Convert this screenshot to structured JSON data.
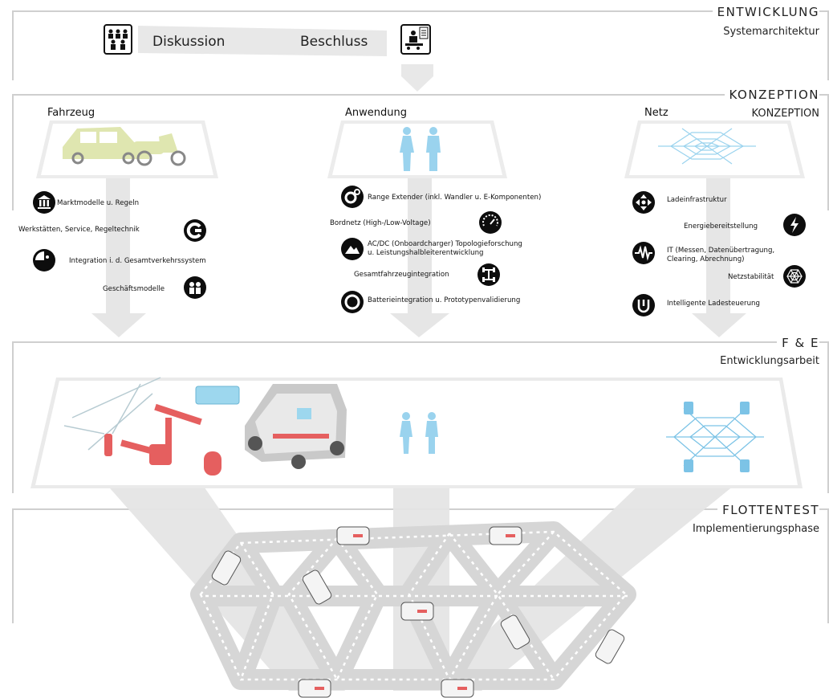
{
  "sections": {
    "entwicklung": {
      "title": "ENTWICKLUNG",
      "subtitle": "Systemarchitektur"
    },
    "konzeption": {
      "title": "KONZEPTION",
      "subtitle": "KONZEPTION"
    },
    "fe": {
      "title": "F & E",
      "subtitle": "Entwicklungsarbeit"
    },
    "flottentest": {
      "title": "FLOTTENTEST",
      "subtitle": "Implementierungsphase"
    }
  },
  "top_flow": {
    "start_label": "Diskussion",
    "end_label": "Beschluss"
  },
  "columns": {
    "fahrzeug": {
      "heading": "Fahrzeug",
      "items": [
        {
          "label": "Marktmodelle u. Regeln",
          "icon": "bank-icon"
        },
        {
          "label": "Werkstätten, Service, Regeltechnik",
          "icon": "service-icon"
        },
        {
          "label": "Integration i. d. Gesamtverkehrssystem",
          "icon": "integration-icon"
        },
        {
          "label": "Geschäftsmodelle",
          "icon": "business-icon"
        }
      ]
    },
    "anwendung": {
      "heading": "Anwendung",
      "items": [
        {
          "label": "Range Extender (inkl. Wandler u. E-Komponenten)",
          "icon": "gear-icon"
        },
        {
          "label": "Bordnetz (High-/Low-Voltage)",
          "icon": "gauge-icon"
        },
        {
          "label": "AC/DC (Onboardcharger) Topologieforschung",
          "label2": "u. Leistungshalbleiterentwicklung",
          "icon": "mountain-icon"
        },
        {
          "label": "Gesamtfahrzeugintegration",
          "icon": "chassis-icon"
        },
        {
          "label": "Batterieintegration u. Prototypenvalidierung",
          "icon": "ring-icon"
        }
      ]
    },
    "netz": {
      "heading": "Netz",
      "items": [
        {
          "label": "Ladeinfrastruktur",
          "icon": "arrows-icon"
        },
        {
          "label": "Energiebereitstellung",
          "icon": "lightning-icon"
        },
        {
          "label": "IT (Messen, Datenübertragung,",
          "label2": "Clearing, Abrechnung)",
          "icon": "wave-icon"
        },
        {
          "label": "Netzstabilität",
          "icon": "web-icon"
        },
        {
          "label": "Intelligente Ladesteuerung",
          "icon": "plug-icon"
        }
      ]
    }
  },
  "colors": {
    "panel_gray": "#ebebeb",
    "car_yellow": "#dfe6b0",
    "people_blue": "#9ad3ee",
    "part_red": "#e55f5f",
    "battery_blue": "#9dd7ee"
  }
}
